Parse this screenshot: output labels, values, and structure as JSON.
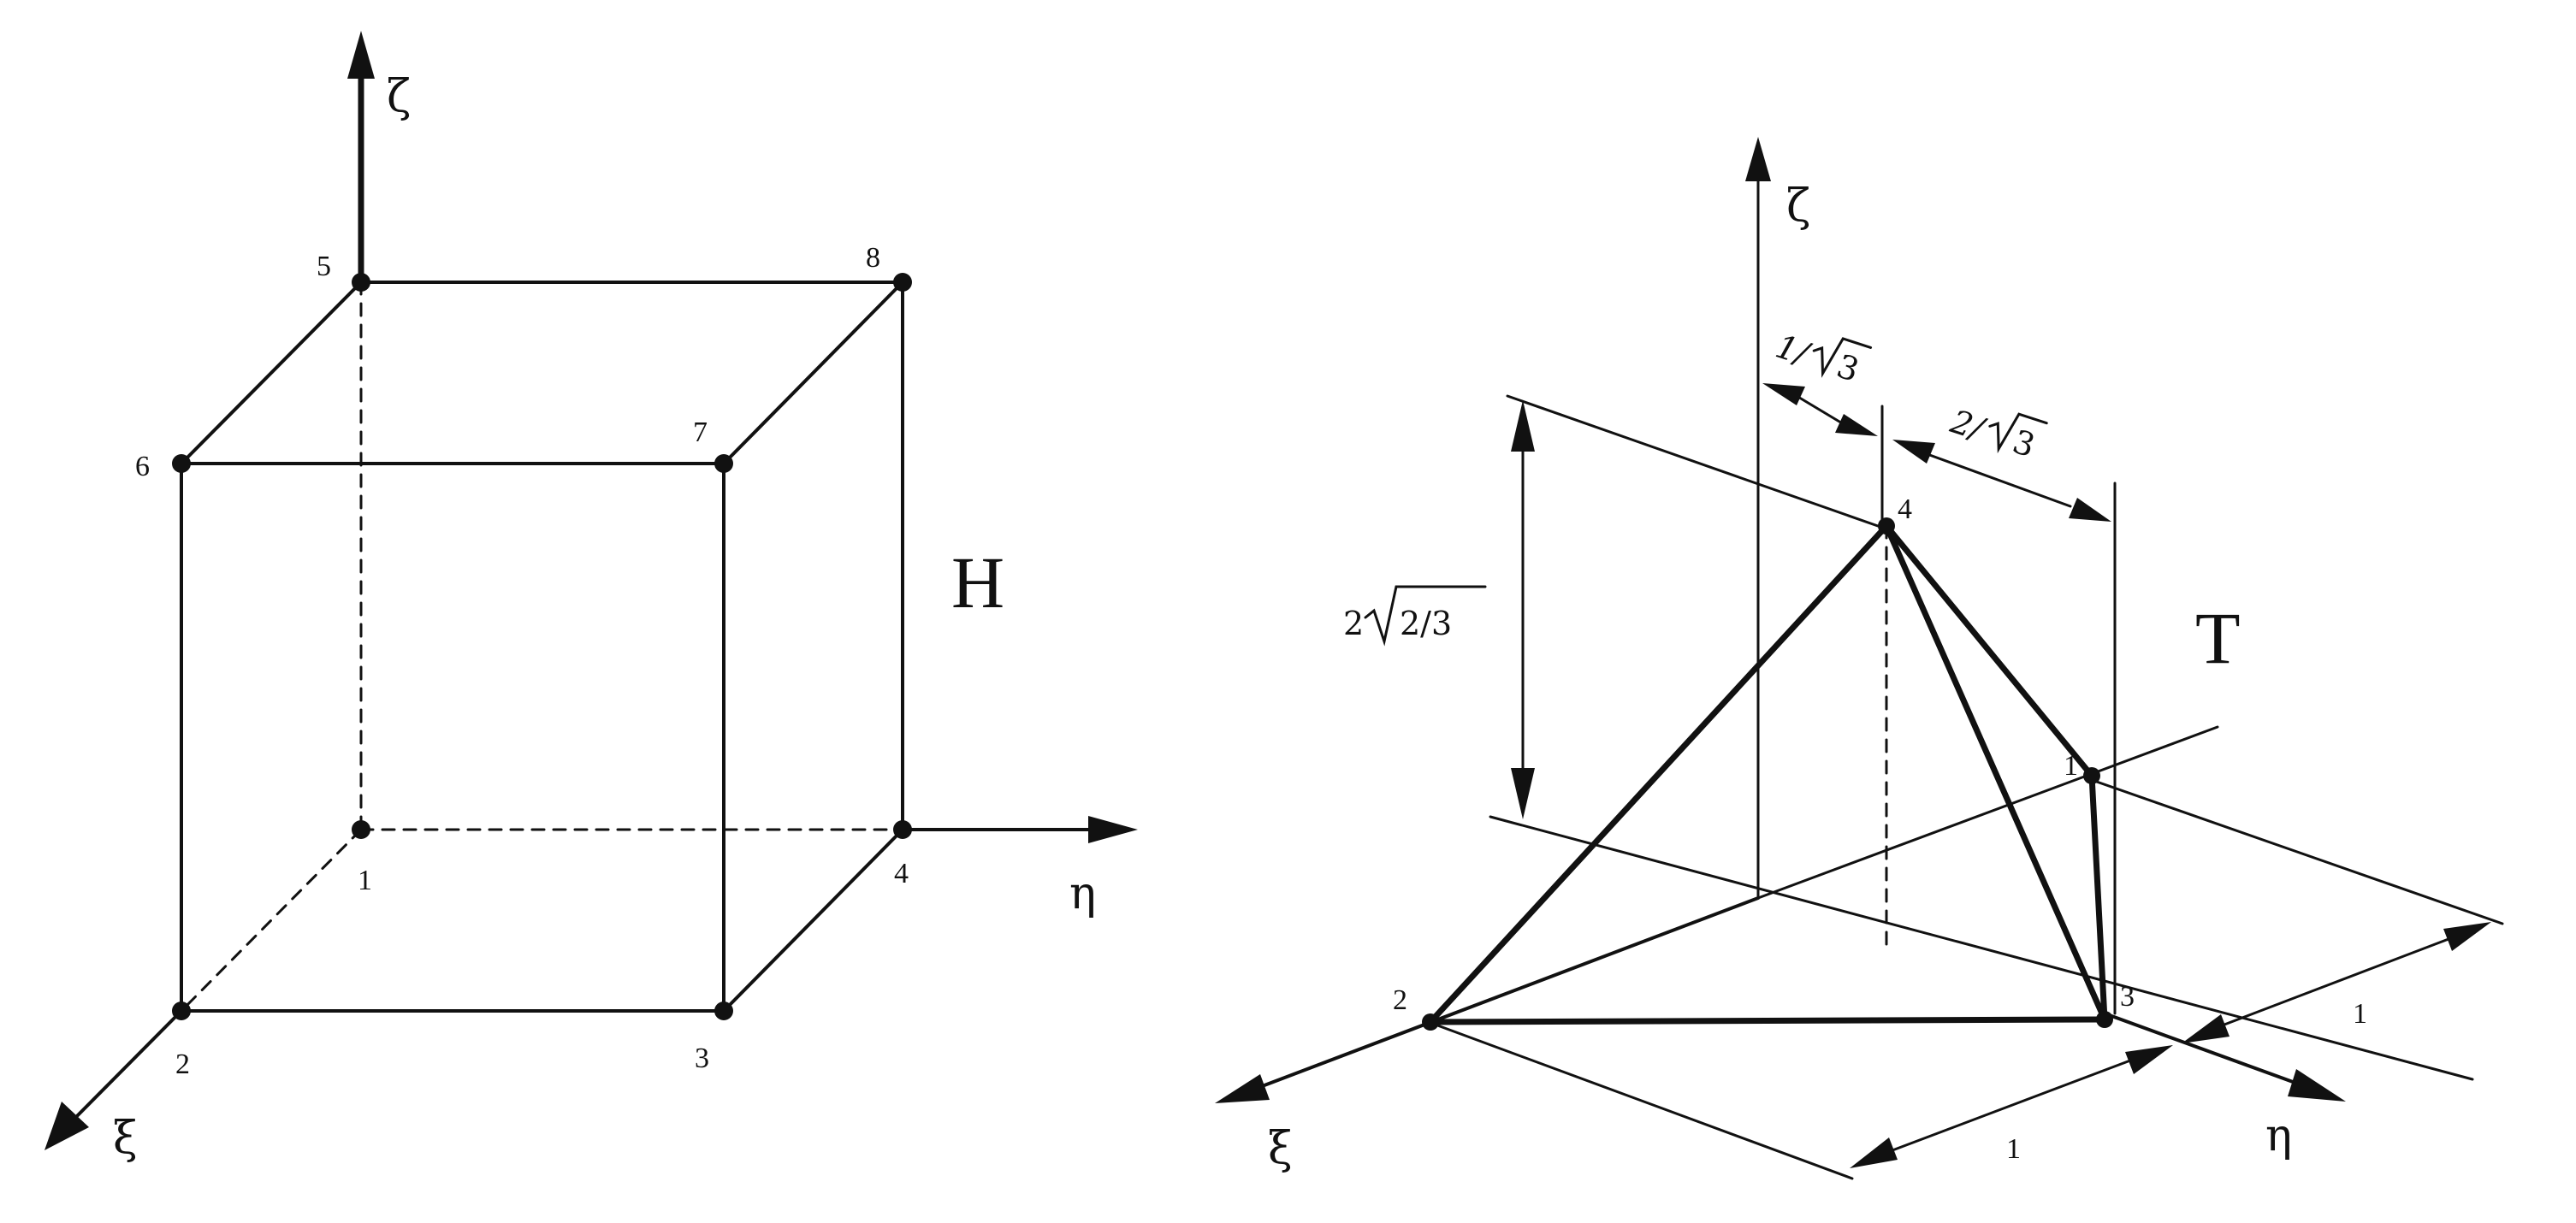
{
  "hexahedron": {
    "label": "H",
    "axes": {
      "zeta": "ζ",
      "eta": "η",
      "xi": "ξ"
    },
    "nodes": [
      "1",
      "2",
      "3",
      "4",
      "5",
      "6",
      "7",
      "8"
    ]
  },
  "tetrahedron": {
    "label": "T",
    "axes": {
      "zeta": "ζ",
      "eta": "η",
      "xi": "ξ"
    },
    "nodes": [
      "1",
      "2",
      "3",
      "4"
    ],
    "dimensions": {
      "height_coef": "2",
      "height_radicand": "2/3",
      "offset_a_prefix": "1/",
      "offset_a_radicand": "3",
      "offset_b_prefix": "2/",
      "offset_b_radicand": "3",
      "unit_eta": "1",
      "unit_xi": "1"
    }
  }
}
